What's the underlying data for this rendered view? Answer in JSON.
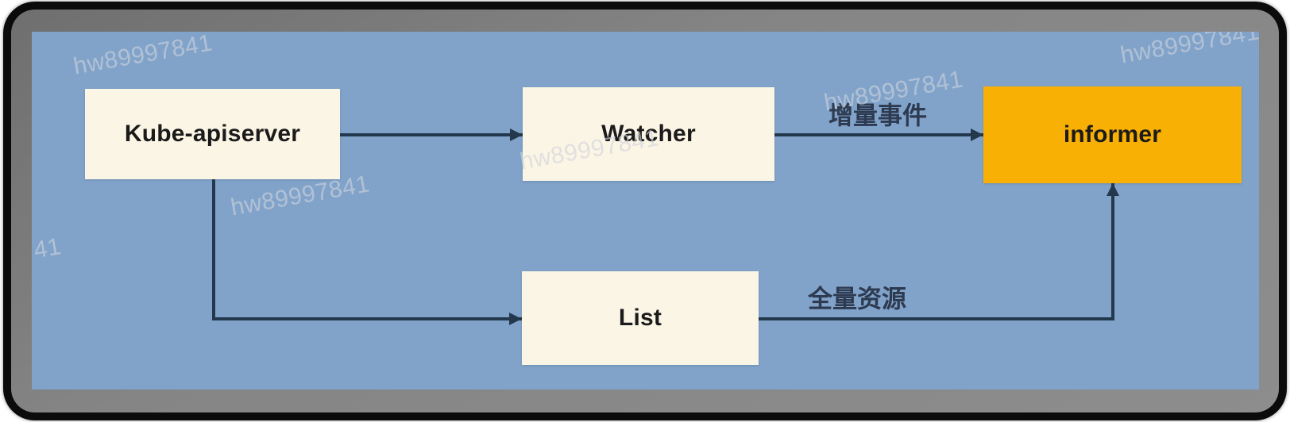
{
  "diagram": {
    "nodes": [
      {
        "id": "kube-apiserver",
        "label": "Kube-apiserver",
        "style": "plain"
      },
      {
        "id": "watcher",
        "label": "Watcher",
        "style": "plain"
      },
      {
        "id": "list",
        "label": "List",
        "style": "plain"
      },
      {
        "id": "informer",
        "label": "informer",
        "style": "accent"
      }
    ],
    "edges": [
      {
        "from": "kube-apiserver",
        "to": "watcher",
        "label": ""
      },
      {
        "from": "watcher",
        "to": "informer",
        "label": "增量事件"
      },
      {
        "from": "kube-apiserver",
        "to": "list",
        "label": ""
      },
      {
        "from": "list",
        "to": "informer",
        "label": "全量资源"
      }
    ],
    "colors": {
      "panel_bg": "#81A3CA",
      "node_bg": "#FBF5E5",
      "node_accent_bg": "#F9B005",
      "connector": "#24384D",
      "node_text": "#1B1B1B",
      "edge_label_text": "#2D3A50"
    }
  },
  "watermark": {
    "text": "hw89997841",
    "fragment": "41"
  }
}
